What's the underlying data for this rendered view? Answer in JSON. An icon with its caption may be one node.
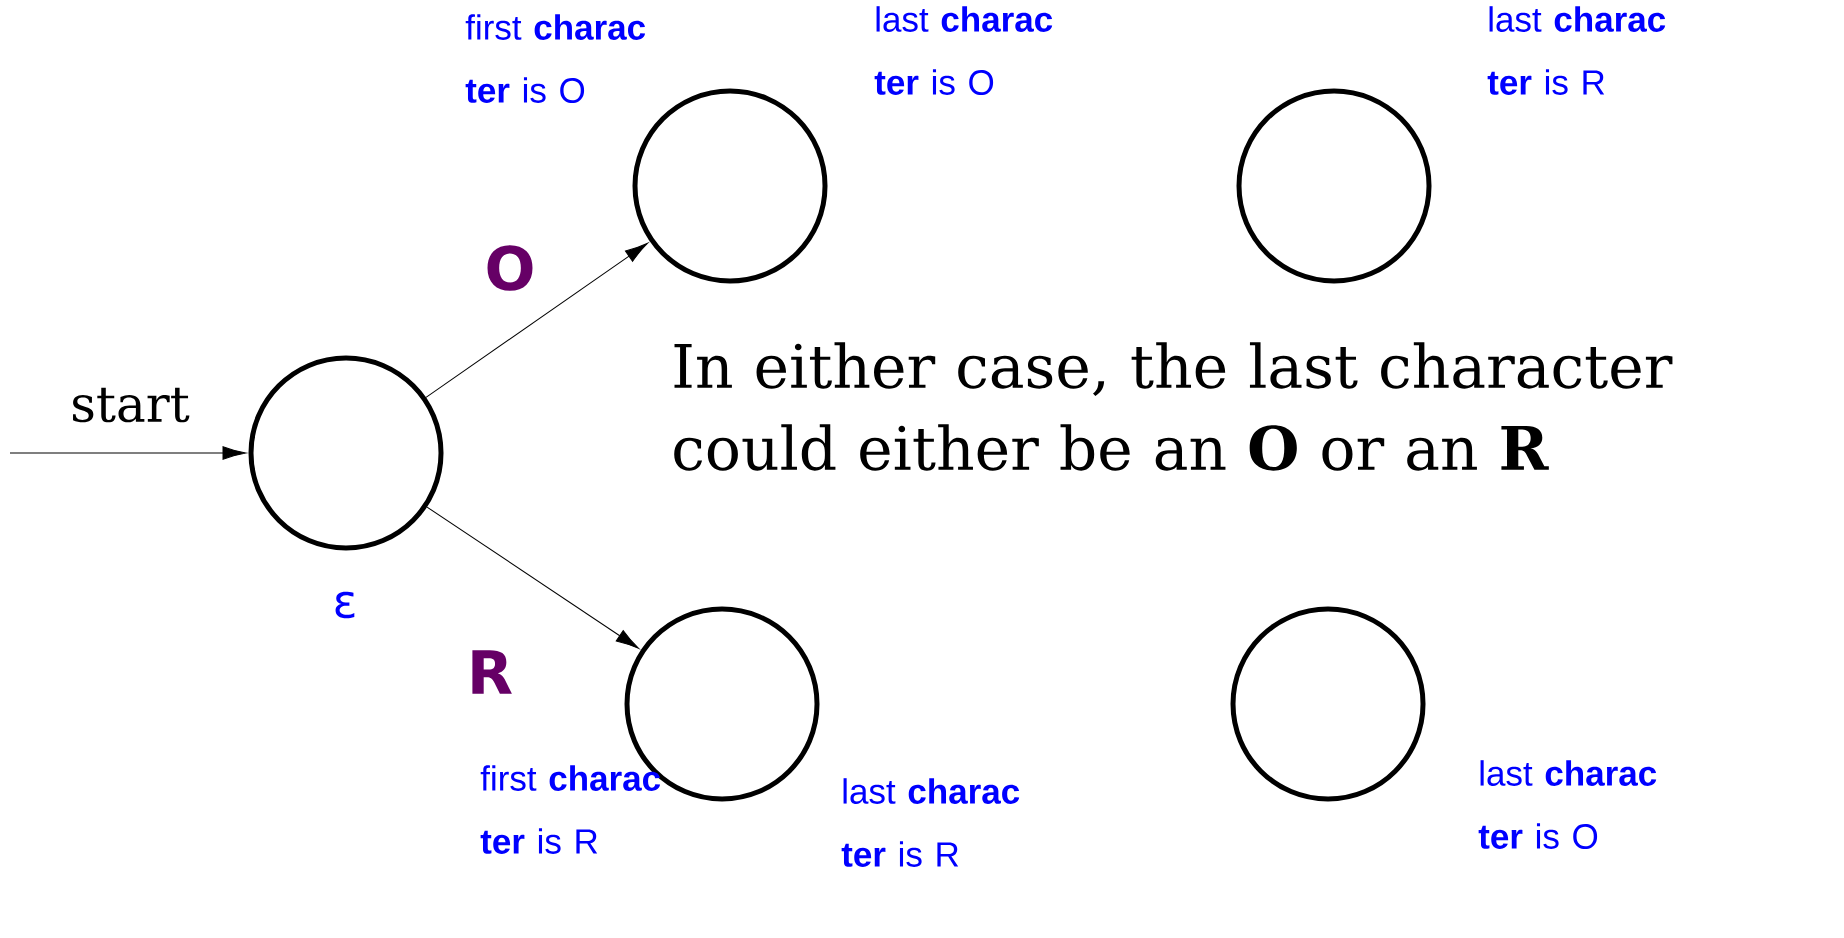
{
  "diagram": {
    "nodes": [
      {
        "text": [],
        "shape": "circle",
        "beside": [
          "ε"
        ]
      },
      {
        "text": [],
        "shape": "circle",
        "beside": [
          "first **charac ter** is O",
          "last **charac ter** is O"
        ]
      },
      {
        "text": [],
        "shape": "circle",
        "beside": [
          "last **charac ter** is R"
        ]
      },
      {
        "text": [],
        "shape": "circle",
        "beside": [
          "first **charac ter** is R",
          "last **charac ter** is R"
        ]
      },
      {
        "text": [],
        "shape": "circle",
        "beside": [
          "last **charac ter** is O"
        ]
      }
    ],
    "edges": [
      {
        "from": null,
        "to": 0,
        "arrow": "to",
        "label": "start"
      },
      {
        "from": 0,
        "to": 1,
        "arrow": "to",
        "label": "O"
      },
      {
        "from": 0,
        "to": 3,
        "arrow": "to",
        "label": "R"
      }
    ],
    "labels": [
      "In either case, the last character could either be an **O** or an **R**"
    ]
  }
}
